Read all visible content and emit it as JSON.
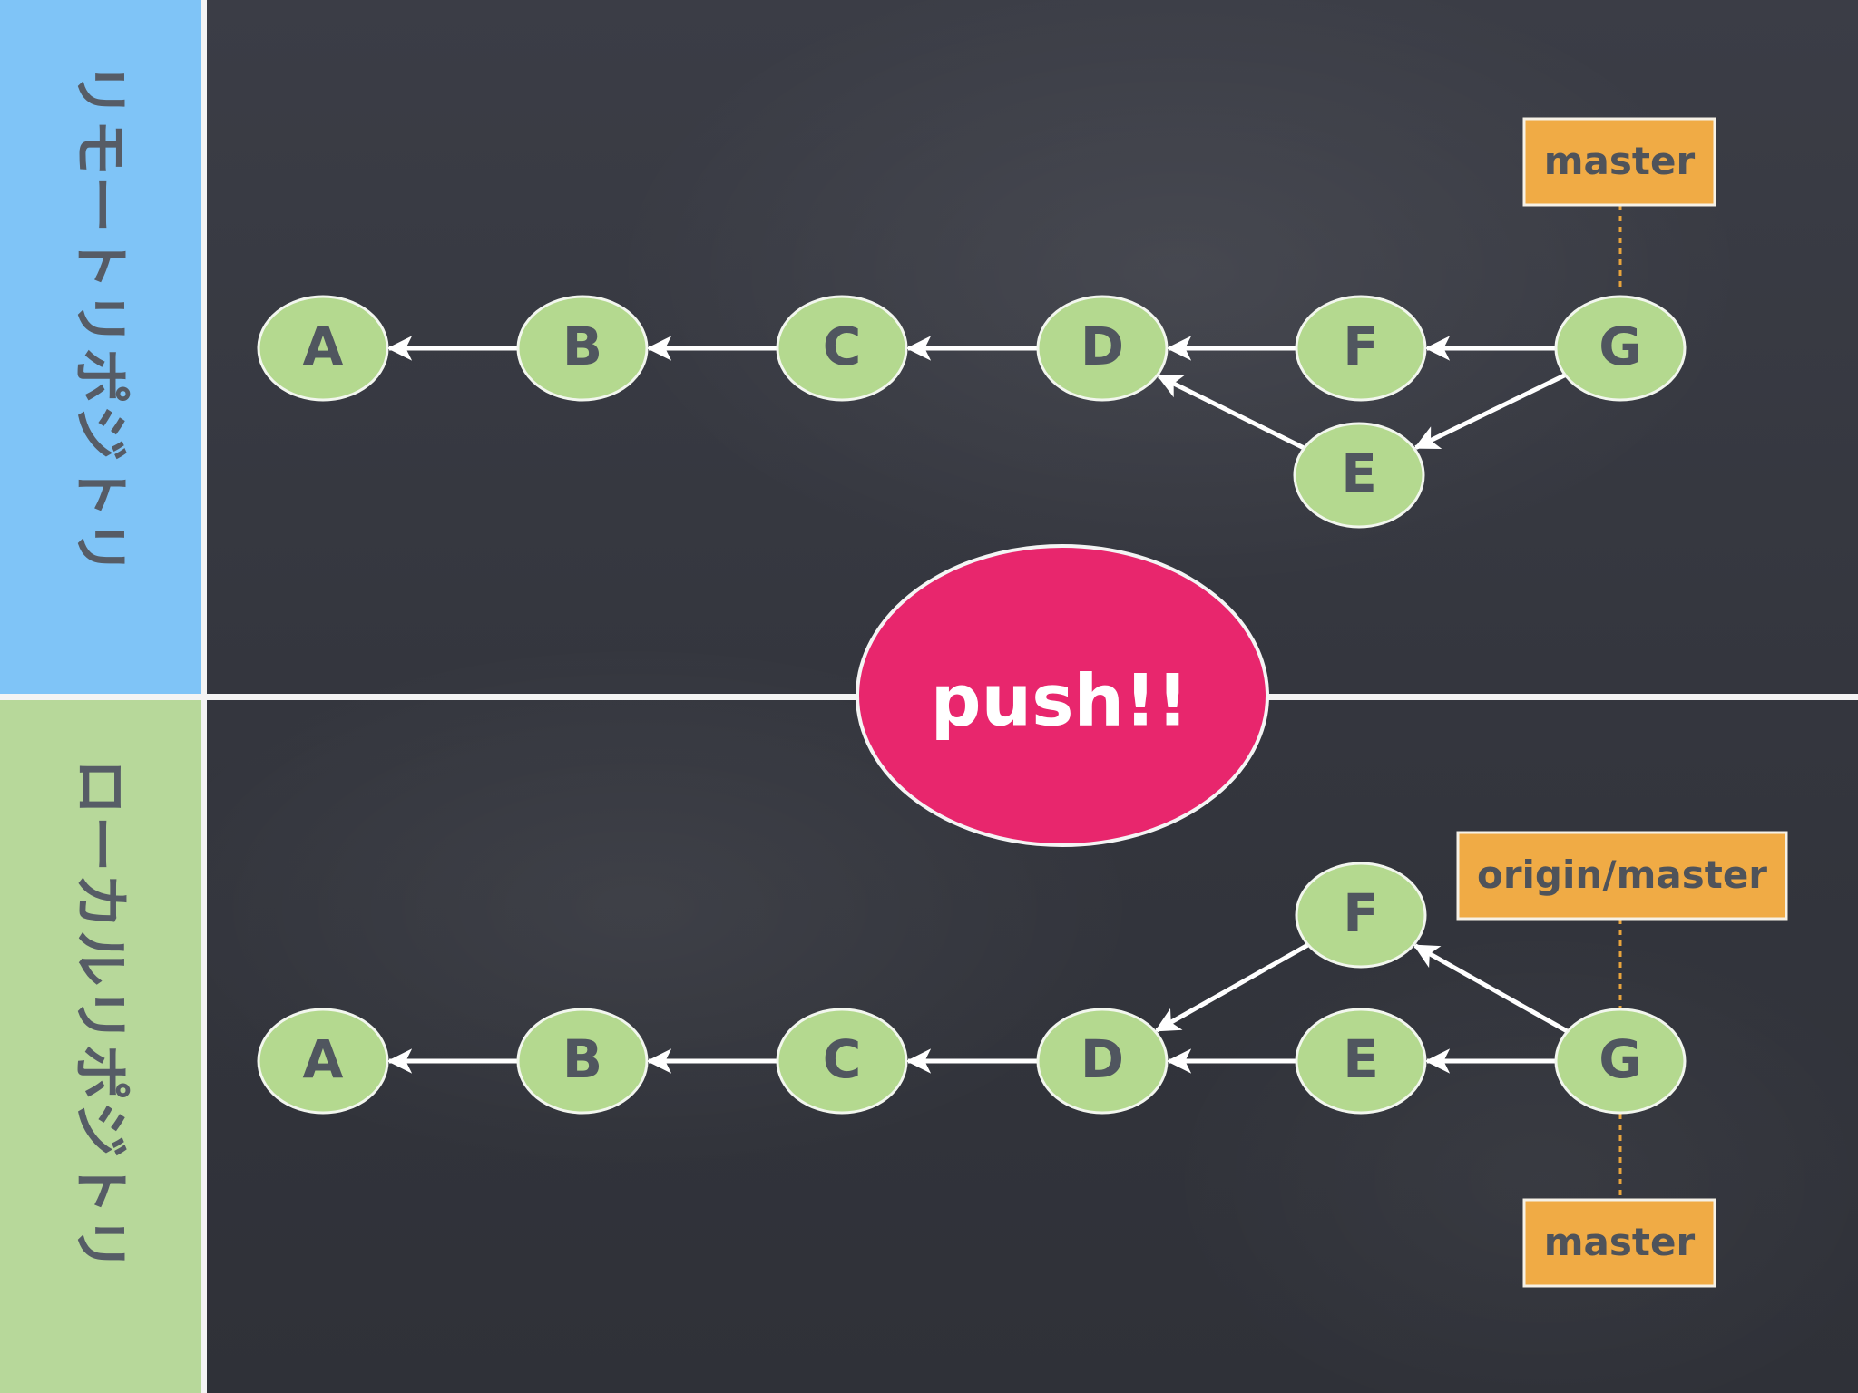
{
  "sections": {
    "remote": {
      "label": "リモートリポジトリ",
      "color": "#7fc4f7",
      "commits": [
        "A",
        "B",
        "C",
        "D",
        "F",
        "E",
        "G"
      ],
      "refs": [
        {
          "name": "master",
          "points_to": "G"
        }
      ]
    },
    "local": {
      "label": "ローカルリポジトリ",
      "color": "#b7d89a",
      "commits": [
        "A",
        "B",
        "C",
        "D",
        "F",
        "E",
        "G"
      ],
      "refs": [
        {
          "name": "origin/master",
          "points_to": "G"
        },
        {
          "name": "master",
          "points_to": "G"
        }
      ]
    }
  },
  "action": {
    "label": "push!!",
    "color": "#e8266d"
  },
  "colors": {
    "node_fill": "#b4d98f",
    "ref_fill": "#f0ab45",
    "ref_connector": "#e8a43c",
    "arrow": "#ffffff"
  }
}
